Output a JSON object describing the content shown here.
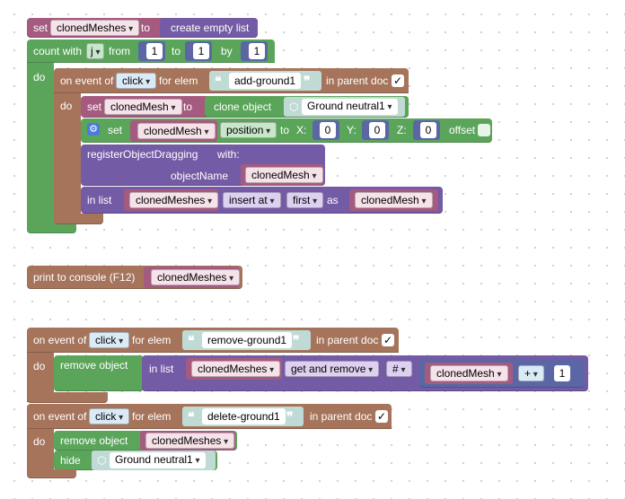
{
  "colors": {
    "var": "#a55b80",
    "loop": "#5ba55b",
    "event": "#a5745b",
    "object": "#5ba55b",
    "list": "#745ba5",
    "math": "#5b67a5",
    "text": "#c0dbd5"
  },
  "b1": {
    "set": "set",
    "var": "clonedMeshes",
    "to": "to",
    "create": "create empty list"
  },
  "b2": {
    "count": "count with",
    "var": "j",
    "from": "from",
    "from_val": "1",
    "to": "to",
    "to_val": "1",
    "by": "by",
    "by_val": "1",
    "do": "do"
  },
  "b3": {
    "on_event": "on event of",
    "event": "click",
    "for_elem": "for elem",
    "elem": "add-ground1",
    "in_parent": "in parent doc",
    "check": "✓",
    "do": "do"
  },
  "b4": {
    "set": "set",
    "var": "clonedMesh",
    "to": "to",
    "clone": "clone object",
    "obj": "Ground neutral1"
  },
  "b5": {
    "set": "set",
    "var": "clonedMesh",
    "prop": "position",
    "to": "to",
    "x": "X:",
    "x_val": "0",
    "y": "Y:",
    "y_val": "0",
    "z": "Z:",
    "z_val": "0",
    "offset": "offset"
  },
  "b6": {
    "reg": "registerObjectDragging",
    "with": "with:",
    "obj_name": "objectName",
    "var": "clonedMesh"
  },
  "b7": {
    "in_list": "in list",
    "list": "clonedMeshes",
    "mode": "insert at",
    "where": "first",
    "as": "as",
    "var": "clonedMesh"
  },
  "b8": {
    "print": "print to console (F12)",
    "var": "clonedMeshes"
  },
  "b9": {
    "on_event": "on event of",
    "event": "click",
    "for_elem": "for elem",
    "elem": "remove-ground1",
    "in_parent": "in parent doc",
    "check": "✓",
    "do": "do"
  },
  "b10": {
    "remove": "remove object",
    "in_list": "in list",
    "list": "clonedMeshes",
    "mode": "get and remove",
    "where": "#",
    "var": "clonedMesh",
    "op": "+",
    "num": "1"
  },
  "b11": {
    "on_event": "on event of",
    "event": "click",
    "for_elem": "for elem",
    "elem": "delete-ground1",
    "in_parent": "in parent doc",
    "check": "✓",
    "do": "do"
  },
  "b12": {
    "remove": "remove object",
    "var": "clonedMeshes"
  },
  "b13": {
    "hide": "hide",
    "obj": "Ground neutral1"
  }
}
